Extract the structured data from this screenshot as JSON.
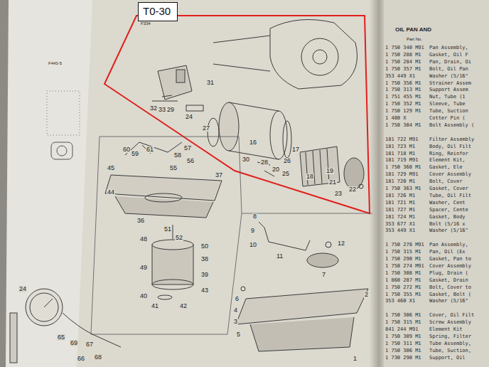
{
  "diagram": {
    "nodes": [
      {
        "text": [
          "T0-30"
        ]
      }
    ],
    "edges": [],
    "labels": [
      "F443-5",
      "F334",
      "OIL PAN AND",
      "Part No.",
      "31",
      "32",
      "33",
      "29",
      "24",
      "27",
      "16",
      "17",
      "30",
      "28",
      "20",
      "25",
      "26",
      "18",
      "19",
      "21",
      "22",
      "23",
      "60",
      "59",
      "61",
      "58",
      "57",
      "56",
      "55",
      "45",
      "37",
      "44",
      "36",
      "51",
      "52",
      "48",
      "50",
      "49",
      "38",
      "39",
      "40",
      "41",
      "42",
      "43",
      "8",
      "9",
      "10",
      "11",
      "12",
      "7",
      "6",
      "4",
      "3",
      "5",
      "2",
      "1",
      "24",
      "65",
      "69",
      "67",
      "68",
      "66",
      "1 750 340 M91",
      "Pan Assembly,",
      "1 750 288 M1",
      "Gasket, Oil F",
      "1 750 284 M1",
      "Pan, Drain, Oi",
      "1 750 357 M1",
      "Bolt, Oil Pan",
      "353 449 X1",
      "Washer (5/16\"",
      "1 750 356 M1",
      "Strainer Assem",
      "1 750 313 M1",
      "Support Assem",
      "1 751 455 M1",
      "Nut, Tube (1",
      "1 750 352 M1",
      "Sleeve, Tube",
      "1 750 129 M1",
      "Tube, Suction",
      "1 480 X",
      "Cotter Pin (",
      "1 750 304 M1",
      "Bolt Assembly (",
      "181 722 M91",
      "Filter Assembly",
      "181 723 M1",
      "Body, Oil Filt",
      "181 718 M1",
      "Ring, Reinfor",
      "181 719 M91",
      "Element Kit,",
      "1 750 360 M1",
      "Gasket, Ele",
      "181 729 M91",
      "Cover Assembly",
      "181 720 M1",
      "Bolt, Cover",
      "1 750 363 M1",
      "Gasket, Cover",
      "181 726 M1",
      "Tube, Oil Filt",
      "181 721 M1",
      "Washer, Cent",
      "181 727 M1",
      "Spacer, Cente",
      "181 724 M1",
      "Gasket, Body",
      "353 677 X1",
      "Bolt (5/16 x",
      "353 449 X1",
      "Washer (5/16\"",
      "1 750 278 M91",
      "Pan Assembly,",
      "1 750 315 M1",
      "Pan, Oil (Ex",
      "1 750 290 M1",
      "Gasket, Pan to",
      "1 750 274 M91",
      "Cover Assembly",
      "1 750 308 M1",
      "Plug, Drain (",
      "1 860 287 M1",
      "Gasket, Drain",
      "1 750 272 M1",
      "Bolt, Cover to",
      "1 750 355 M1",
      "Gasket, Bolt (",
      "353 460 X1",
      "Washer (5/16\"",
      "1 750 306 M1",
      "Cover, Oil Filt",
      "1 750 315 M1",
      "Screw Assembly",
      "841 244 M91",
      "Element Kit",
      "1 750 309 M1",
      "Spring, Filter",
      "1 750 311 M1",
      "Tube Assembly,",
      "1 750 306 M1",
      "Tube, Suction,",
      "1 730 290 M1",
      "Support, Oil"
    ]
  }
}
